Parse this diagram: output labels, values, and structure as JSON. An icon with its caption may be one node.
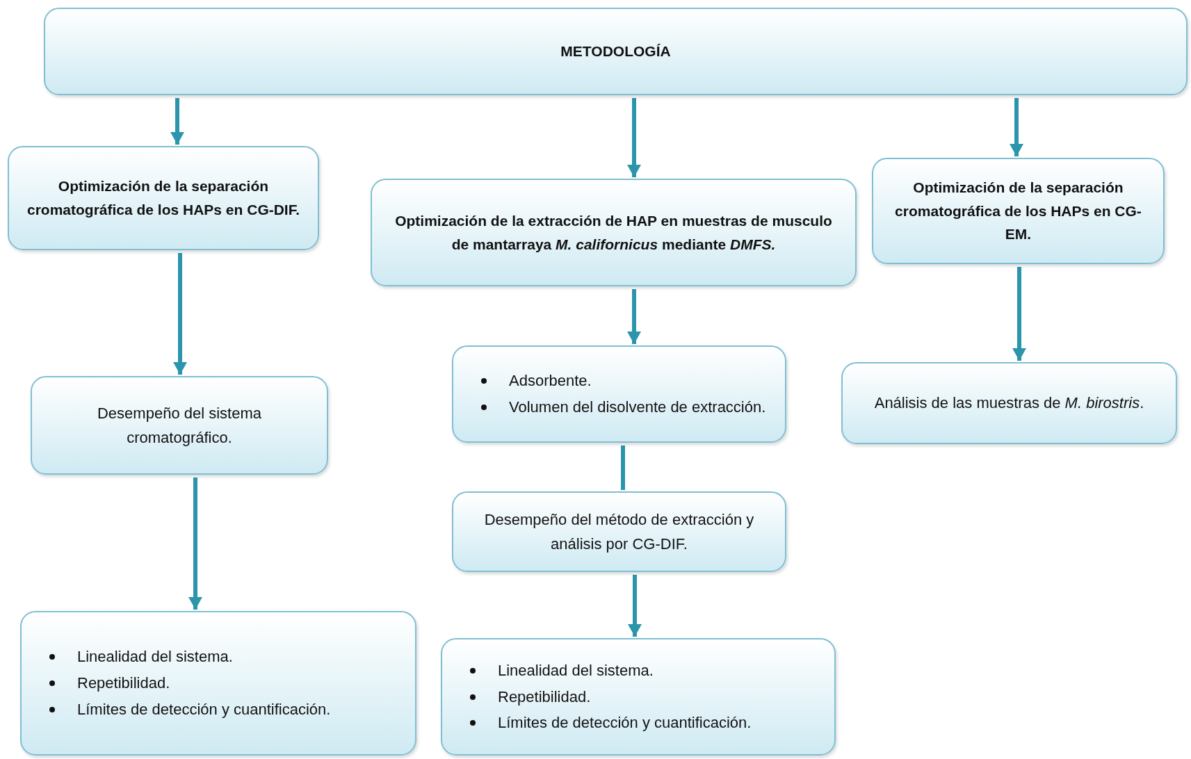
{
  "diagram": {
    "nodes": [
      {
        "text": [
          "METODOLOGÍA"
        ]
      },
      {
        "text": [
          "Optimización de la separación cromatográfica de los HAPs en CG-DIF."
        ]
      },
      {
        "text": [
          "Optimización de la extracción de HAP en muestras de musculo de mantarraya *M. californicus* mediante *DMFS.*"
        ]
      },
      {
        "text": [
          "Optimización de la separación cromatográfica de los HAPs en CG-EM."
        ]
      },
      {
        "text": [
          "Desempeño del sistema cromatográfico."
        ]
      },
      {
        "text": [
          "Adsorbente.",
          "Volumen del disolvente de extracción."
        ]
      },
      {
        "text": [
          "Análisis de las muestras de *M. birostris*."
        ]
      },
      {
        "text": [
          "Desempeño del método de extracción y análisis por CG-DIF."
        ]
      },
      {
        "text": [
          "Linealidad del sistema.",
          "Repetibilidad.",
          "Límites de detección y cuantificación."
        ]
      },
      {
        "text": [
          "Linealidad del sistema.",
          "Repetibilidad.",
          "Límites de detección y cuantificación."
        ]
      }
    ],
    "edges": [
      {
        "from": 0,
        "to": 1,
        "arrow": "to"
      },
      {
        "from": 0,
        "to": 2,
        "arrow": "to"
      },
      {
        "from": 0,
        "to": 3,
        "arrow": "to"
      },
      {
        "from": 1,
        "to": 4,
        "arrow": "to"
      },
      {
        "from": 4,
        "to": 8,
        "arrow": "to"
      },
      {
        "from": 2,
        "to": 5,
        "arrow": "to"
      },
      {
        "from": 5,
        "to": 7,
        "arrow": "none"
      },
      {
        "from": 7,
        "to": 9,
        "arrow": "to"
      },
      {
        "from": 3,
        "to": 6,
        "arrow": "to"
      }
    ]
  }
}
